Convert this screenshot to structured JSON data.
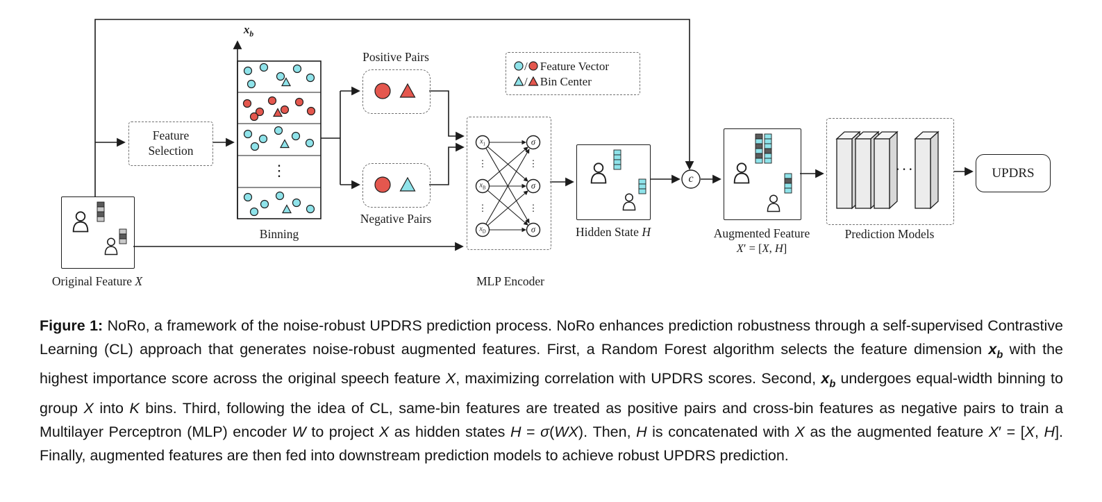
{
  "colors": {
    "cyan": "#8fe3ea",
    "red": "#e4574e",
    "ink": "#1c1c1c",
    "slab": "#ececec",
    "slab_top": "#f6f6f6",
    "slab_side": "#d8d8d8",
    "bar_dark": "#5a5a5a",
    "bar_light": "#c9c9c9"
  },
  "diagram": {
    "original_feature": {
      "label_html": "Original Feature <i>X</i>"
    },
    "feature_selection": {
      "line1": "Feature",
      "line2": "Selection"
    },
    "binning": {
      "label": "Binning",
      "axis_label_html": "<b><i>x<sub>b</sub></i></b>",
      "dots": "⋮"
    },
    "positive_pairs": {
      "label": "Positive Pairs"
    },
    "negative_pairs": {
      "label": "Negative Pairs"
    },
    "legend": {
      "slash1": "/",
      "slash2": "/",
      "feature_vector": "Feature Vector",
      "bin_center": "Bin Center"
    },
    "mlp": {
      "label": "MLP Encoder",
      "node1_html": "<i>x</i><sub>1</sub>",
      "node2_html": "<i>x</i><sub>B</sub>",
      "node3_html": "<i>x</i><sub>D</sub>",
      "sigma": "σ",
      "dots": "⋮"
    },
    "hidden_state": {
      "label_html": "Hidden State <i>H</i>"
    },
    "concat": {
      "label": "c"
    },
    "augmented": {
      "label1": "Augmented Feature",
      "label2_html": "<i>X</i>′ = [<i>X</i>, <i>H</i>]"
    },
    "prediction_models": {
      "label": "Prediction Models",
      "dots": "· · ·"
    },
    "updrs": {
      "label": "UPDRS"
    }
  },
  "caption": {
    "html": "<b>Figure 1:</b> NoRo, a framework of the noise-robust UPDRS prediction process. NoRo enhances prediction robustness through a self-supervised Contrastive Learning (CL) approach that generates noise-robust augmented features. First, a Random Forest algorithm selects the feature dimension <b><i>x<sub>b</sub></i></b> with the highest importance score across the original speech feature <i>X</i>, maximizing correlation with UPDRS scores. Second, <b><i>x<sub>b</sub></i></b> undergoes equal-width binning to group <i>X</i> into <i>K</i> bins. Third, following the idea of CL, same-bin features are treated as positive pairs and cross-bin features as negative pairs to train a Multilayer Perceptron (MLP) encoder <i>W</i> to project <i>X</i> as hidden states <i>H</i> = <i>σ</i>(<i>WX</i>). Then, <i>H</i> is concatenated with <i>X</i> as the augmented feature <i>X</i>′ = [<i>X</i>, <i>H</i>]. Finally, augmented features are then fed into downstream prediction models to achieve robust UPDRS prediction."
  }
}
